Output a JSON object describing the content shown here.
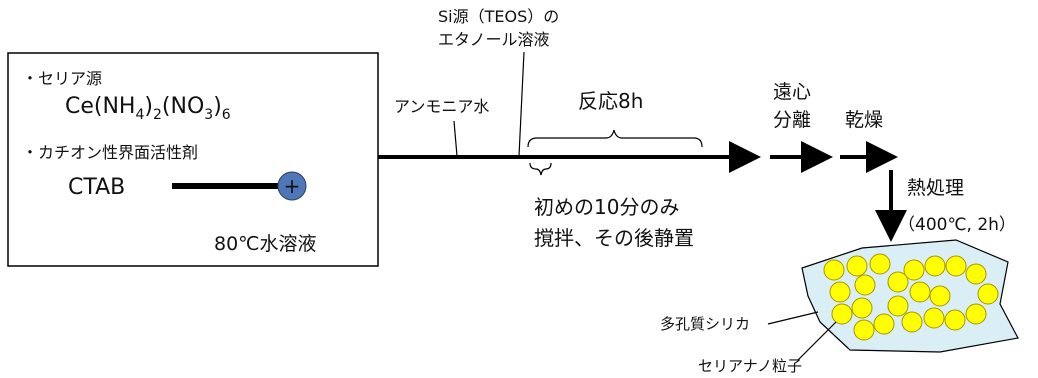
{
  "reagent_box": {
    "ceria_source_label": "・セリア源",
    "ceria_formula": {
      "p1": "Ce(NH",
      "s1": "4",
      "p2": ")",
      "s2": "2",
      "p3": "(NO",
      "s3": "3",
      "p4": ")",
      "s4": "6"
    },
    "surfactant_label": "・カチオン性界面活性剤",
    "surfactant_name": "CTAB",
    "charge_symbol": "+",
    "solution_label": "80℃水溶液"
  },
  "process": {
    "ammonia_label": "アンモニア水",
    "si_source_line1": "Si源（TEOS）の",
    "si_source_line2": "エタノール溶液",
    "reaction_label": "反応8h",
    "stir_note_line1": "初めの10分のみ",
    "stir_note_line2": "撹拌、その後静置",
    "centrifuge_line1": "遠心",
    "centrifuge_line2": "分離",
    "drying_label": "乾燥",
    "heat_treatment_label": "熱処理",
    "heat_condition": "（400℃, 2h）"
  },
  "product": {
    "porous_silica_label": "多孔質シリカ",
    "ceria_nanoparticle_label": "セリアナノ粒子"
  },
  "colors": {
    "charge_fill": "#4f77b8",
    "silica_fill": "#daeef5",
    "particle_fill": "#ffff00",
    "particle_stroke": "#a89500"
  }
}
